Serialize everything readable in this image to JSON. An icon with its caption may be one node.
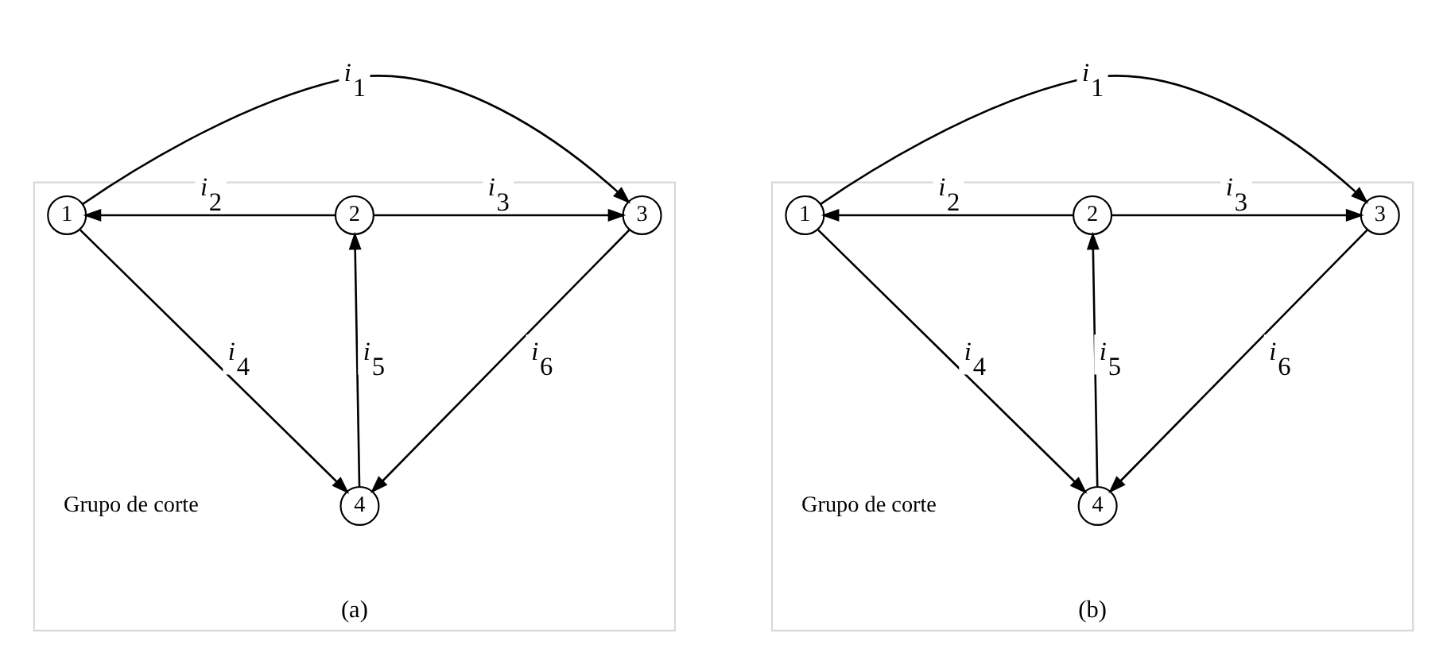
{
  "diagram": {
    "nodes": [
      {
        "text": [
          "(a)"
        ]
      },
      {
        "text": [
          "1"
        ],
        "in": 0
      },
      {
        "text": [
          "2"
        ],
        "in": 0
      },
      {
        "text": [
          "3"
        ],
        "in": 0
      },
      {
        "text": [
          "4"
        ],
        "in": 0
      },
      {
        "text": [
          "(b)"
        ]
      },
      {
        "text": [
          "1"
        ],
        "in": 5
      },
      {
        "text": [
          "2"
        ],
        "in": 5
      },
      {
        "text": [
          "3"
        ],
        "in": 5
      },
      {
        "text": [
          "4"
        ],
        "in": 5
      }
    ],
    "edges": [
      {
        "from": 1,
        "to": 3,
        "arrow": "to",
        "label": "*i*$_{1}$"
      },
      {
        "from": 2,
        "to": 1,
        "arrow": "to",
        "label": "*i*$_{2}$"
      },
      {
        "from": 2,
        "to": 3,
        "arrow": "to",
        "label": "*i*$_{3}$"
      },
      {
        "from": 1,
        "to": 4,
        "arrow": "to",
        "label": "*i*$_{4}$"
      },
      {
        "from": 4,
        "to": 2,
        "arrow": "to",
        "label": "*i*$_{5}$"
      },
      {
        "from": 3,
        "to": 4,
        "arrow": "to",
        "label": "*i*$_{6}$"
      },
      {
        "from": 6,
        "to": 8,
        "arrow": "to",
        "label": "*i*$_{1}$"
      },
      {
        "from": 7,
        "to": 6,
        "arrow": "to",
        "label": "*i*$_{2}$"
      },
      {
        "from": 7,
        "to": 8,
        "arrow": "to",
        "label": "*i*$_{3}$"
      },
      {
        "from": 6,
        "to": 9,
        "arrow": "to",
        "label": "*i*$_{4}$"
      },
      {
        "from": 9,
        "to": 7,
        "arrow": "to",
        "label": "*i*$_{5}$"
      },
      {
        "from": 8,
        "to": 9,
        "arrow": "to",
        "label": "*i*$_{6}$"
      }
    ],
    "labels": [
      "Grupo de corte",
      "Grupo de corte"
    ]
  }
}
